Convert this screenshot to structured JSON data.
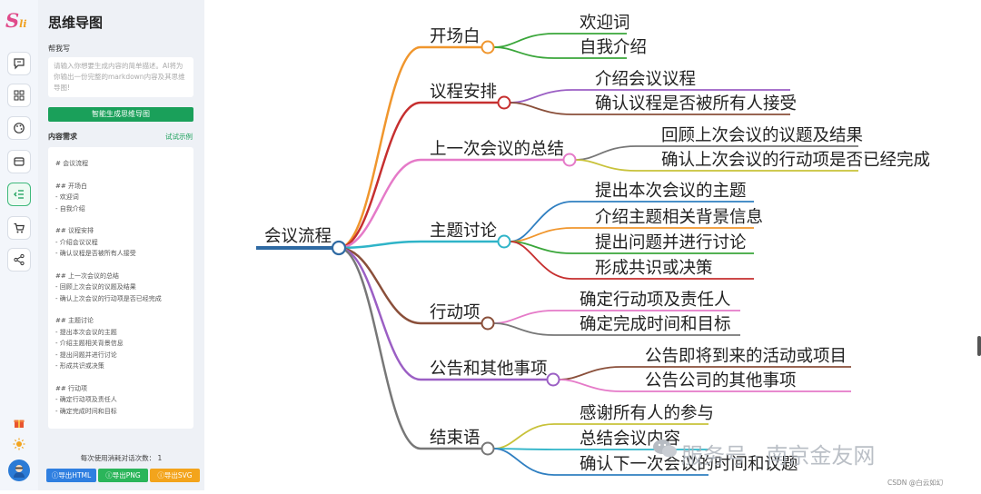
{
  "sidebar": {
    "logo": {
      "main": "S",
      "sub": "li"
    },
    "icons": [
      "chat-icon",
      "grid-icon",
      "palette-icon",
      "wallet-icon",
      "mindmap-list-icon",
      "cart-icon",
      "share-icon"
    ],
    "active_icon": "mindmap-list-icon",
    "bottom_icons": [
      "gift-icon",
      "sun-icon",
      "avatar"
    ]
  },
  "panel": {
    "title": "思维导图",
    "prompt_label": "帮我写",
    "prompt_placeholder": "请输入你想要生成内容的简单描述。AI将为你输出一份完整的markdown内容及其思维导图!",
    "generate_button": "智能生成思维导图",
    "content_label": "内容需求",
    "try_example": "试试示例",
    "content_lines": [
      "# 会议流程",
      "",
      "## 开场白",
      "- 欢迎词",
      "- 自我介绍",
      "",
      "## 议程安排",
      "- 介绍会议议程",
      "- 确认议程是否被所有人接受",
      "",
      "## 上一次会议的总结",
      "- 回顾上次会议的议题及结果",
      "- 确认上次会议的行动项是否已经完成",
      "",
      "## 主题讨论",
      "- 提出本次会议的主题",
      "- 介绍主题相关背景信息",
      "- 提出问题并进行讨论",
      "- 形成共识或决策",
      "",
      "## 行动项",
      "- 确定行动项及责任人",
      "- 确定完成时间和目标"
    ],
    "usage_label": "每次使用消耗对话次数：",
    "usage_count": "1",
    "export_html": "导出HTML",
    "export_png": "导出PNG",
    "export_svg": "导出SVG"
  },
  "mindmap": {
    "root": "会议流程",
    "branches": [
      {
        "label": "开场白",
        "color": "#f0962d",
        "children": [
          {
            "label": "欢迎词",
            "color": "#3aa63a"
          },
          {
            "label": "自我介绍",
            "color": "#3aa63a"
          }
        ]
      },
      {
        "label": "议程安排",
        "color": "#c62f2f",
        "children": [
          {
            "label": "介绍会议议程",
            "color": "#9b5fc4"
          },
          {
            "label": "确认议程是否被所有人接受",
            "color": "#8a4f3a"
          }
        ]
      },
      {
        "label": "上一次会议的总结",
        "color": "#e57ac8",
        "children": [
          {
            "label": "回顾上次会议的议题及结果",
            "color": "#777777"
          },
          {
            "label": "确认上次会议的行动项是否已经完成",
            "color": "#c8c23a"
          }
        ]
      },
      {
        "label": "主题讨论",
        "color": "#2fb4c8",
        "children": [
          {
            "label": "提出本次会议的主题",
            "color": "#2f7fc1"
          },
          {
            "label": "介绍主题相关背景信息",
            "color": "#f0962d"
          },
          {
            "label": "提出问题并进行讨论",
            "color": "#3aa63a"
          },
          {
            "label": "形成共识或决策",
            "color": "#c62f2f"
          }
        ]
      },
      {
        "label": "行动项",
        "color": "#8a4f3a",
        "children": [
          {
            "label": "确定行动项及责任人",
            "color": "#e57ac8"
          },
          {
            "label": "确定完成时间和目标",
            "color": "#777777"
          }
        ]
      },
      {
        "label": "公告和其他事项",
        "color": "#9b5fc4",
        "children": [
          {
            "label": "公告即将到来的活动或项目",
            "color": "#8a4f3a"
          },
          {
            "label": "公告公司的其他事项",
            "color": "#e57ac8"
          }
        ]
      },
      {
        "label": "结束语",
        "color": "#777777",
        "children": [
          {
            "label": "感谢所有人的参与",
            "color": "#c8c23a"
          },
          {
            "label": "总结会议内容",
            "color": "#2fb4c8"
          },
          {
            "label": "确认下一次会议的时间和议题",
            "color": "#2f7fc1"
          }
        ]
      }
    ]
  },
  "watermark": "服务号 · 南京金友网",
  "credit": "CSDN @白云如幻"
}
